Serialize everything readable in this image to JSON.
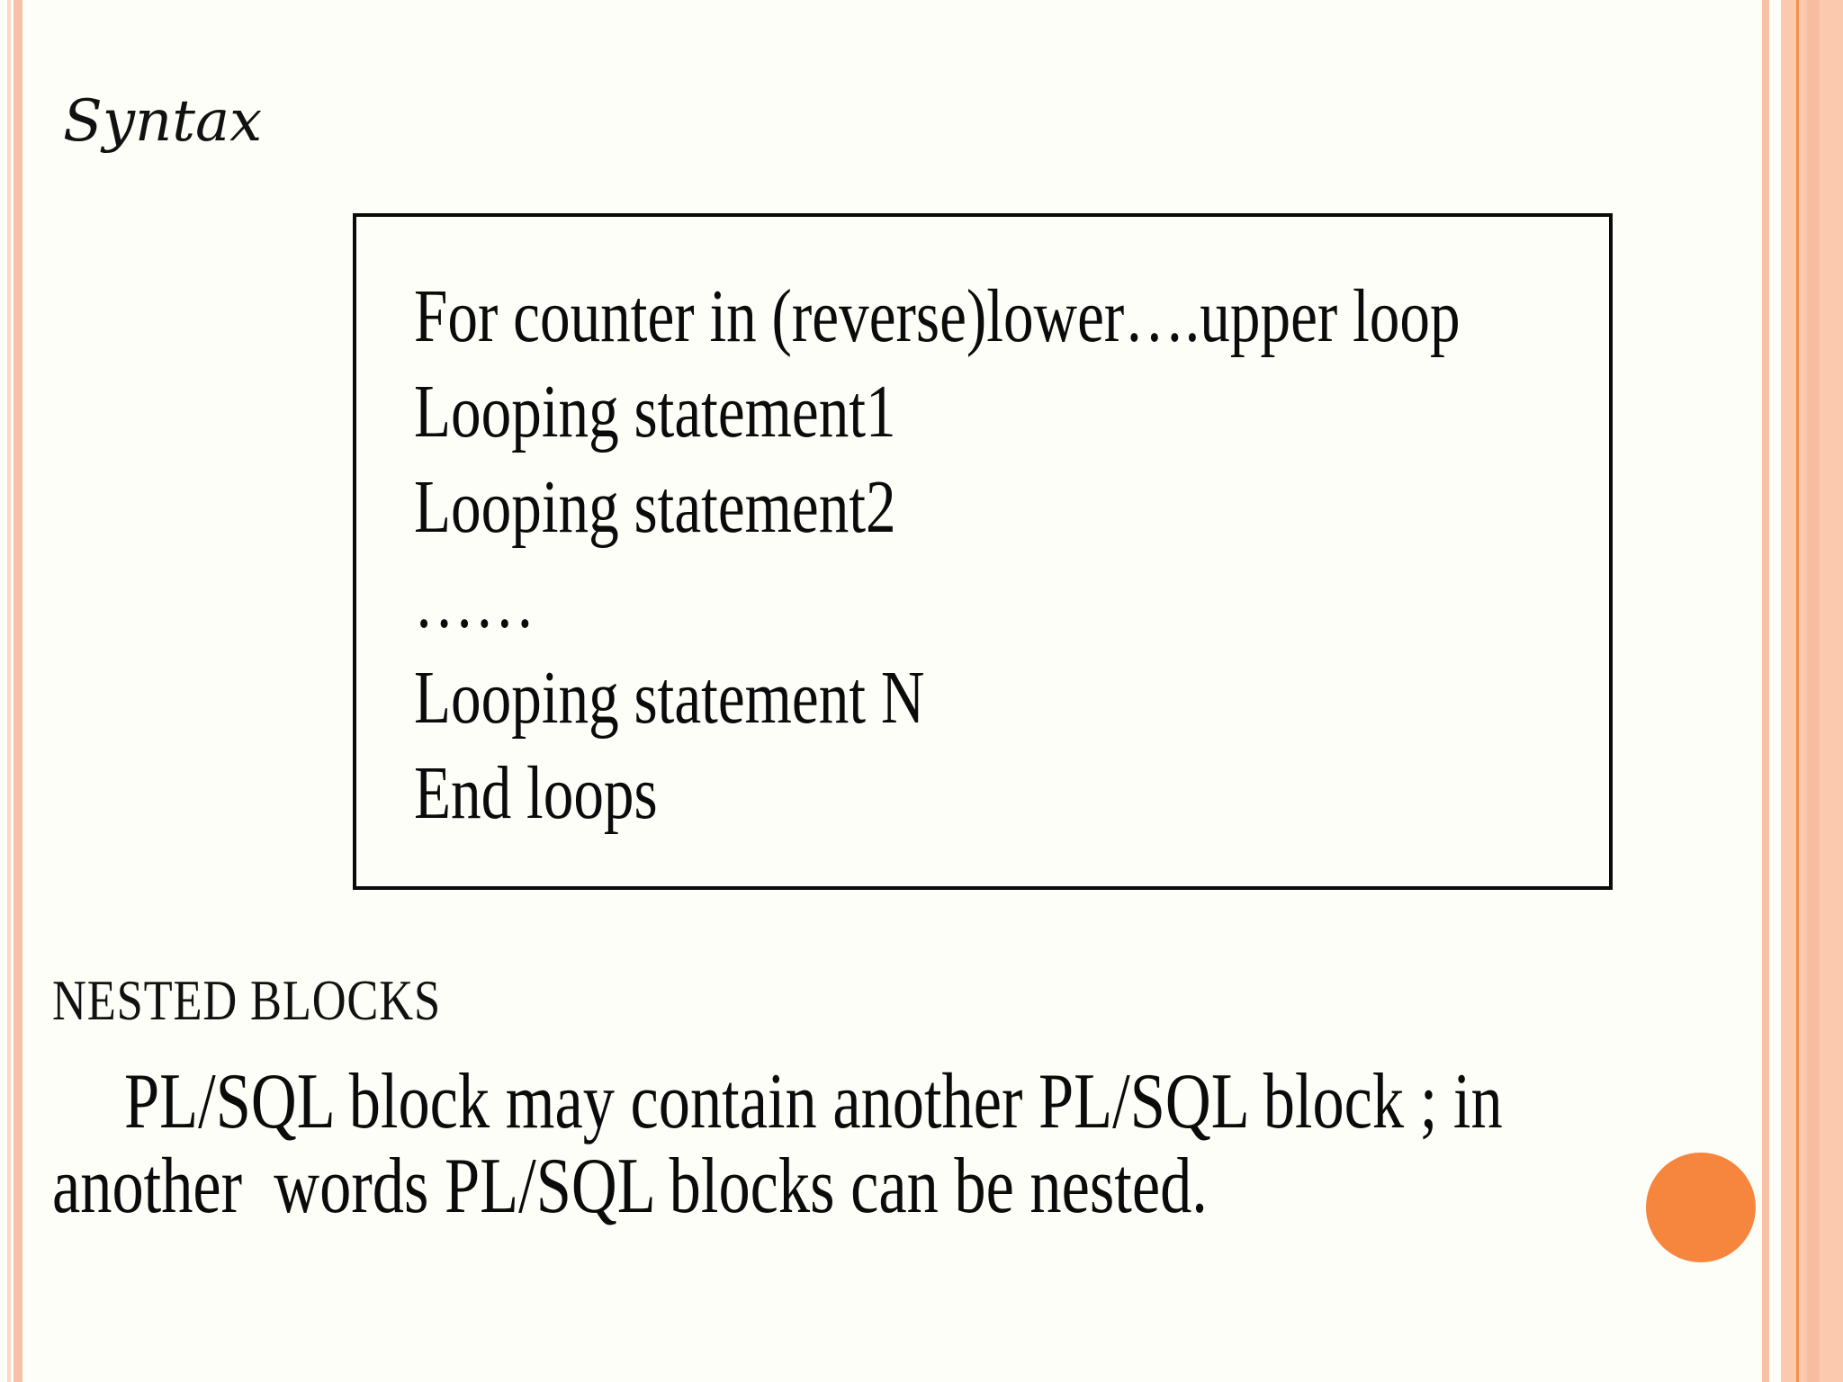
{
  "slide": {
    "title": "Syntax",
    "syntax_box": {
      "lines": [
        "For counter in (reverse)lower….upper loop",
        "Looping statement1",
        "Looping statement2",
        "……",
        "Looping statement N",
        "End loops"
      ]
    },
    "heading": "NESTED BLOCKS",
    "paragraph_lines": [
      "PL/SQL block may contain another PL/SQL block ; in",
      "another  words PL/SQL blocks can be nested."
    ]
  },
  "colors": {
    "background": "#fdfef8",
    "border_stripe_light": "#fad7c6",
    "border_stripe": "#f6c1a7",
    "border_band": "#fbc9ae",
    "border_band_line": "#ee9150",
    "box_border": "#0a0a0a",
    "accent_circle": "#f6863e",
    "text": "#0b0b0b"
  }
}
